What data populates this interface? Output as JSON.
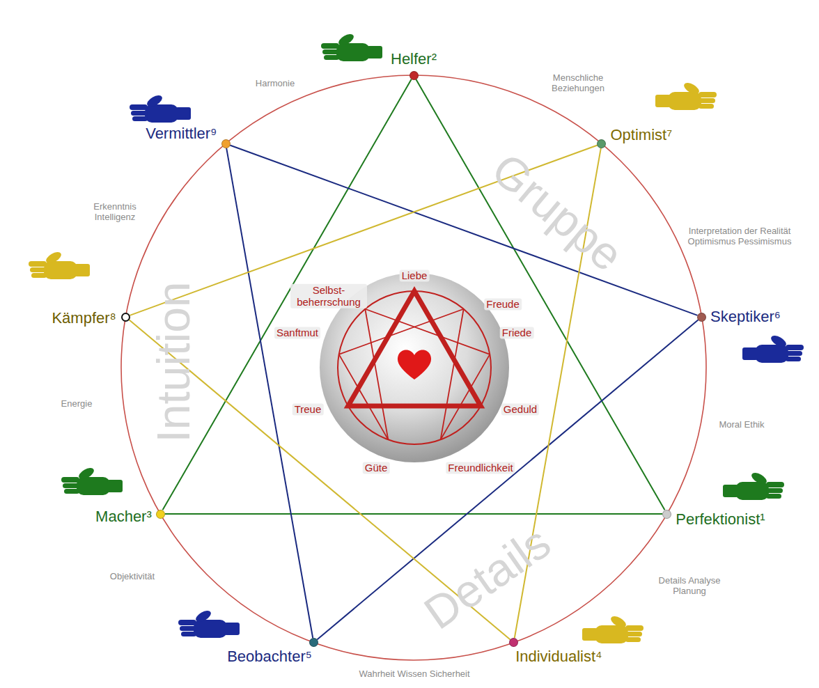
{
  "diagram": {
    "nodes": [
      {
        "text": [
          "Helfer²"
        ]
      },
      {
        "text": [
          "Vermittler⁹"
        ]
      },
      {
        "text": [
          "Optimist⁷"
        ]
      },
      {
        "text": [
          "Kämpfer⁸"
        ]
      },
      {
        "text": [
          "Skeptiker⁶"
        ]
      },
      {
        "text": [
          "Macher³"
        ]
      },
      {
        "text": [
          "Perfektionist¹"
        ]
      },
      {
        "text": [
          "Beobachter⁵"
        ]
      },
      {
        "text": [
          "Individualist⁴"
        ]
      }
    ],
    "edges": [
      {
        "from": 0,
        "to": 5,
        "arrow": "none"
      },
      {
        "from": 0,
        "to": 6,
        "arrow": "none"
      },
      {
        "from": 5,
        "to": 6,
        "arrow": "none"
      },
      {
        "from": 1,
        "to": 4,
        "arrow": "none"
      },
      {
        "from": 1,
        "to": 7,
        "arrow": "none"
      },
      {
        "from": 7,
        "to": 4,
        "arrow": "none"
      },
      {
        "from": 3,
        "to": 2,
        "arrow": "none"
      },
      {
        "from": 3,
        "to": 8,
        "arrow": "none"
      },
      {
        "from": 2,
        "to": 8,
        "arrow": "none"
      }
    ],
    "labels": [
      "Harmonie",
      "Menschliche Beziehungen",
      "Erkenntnis Intelligenz",
      "Interpretation der Realität Optimismus Pessimismus",
      "Energie",
      "Moral Ethik",
      "Objektivität",
      "Details Analyse Planung",
      "Wahrheit Wissen Sicherheit",
      "Intuition",
      "Gruppe",
      "Details",
      "Liebe",
      "Selbst- beherrschung",
      "Freude",
      "Sanftmut",
      "Friede",
      "Treue",
      "Geduld",
      "Güte",
      "Freundlichkeit"
    ]
  }
}
